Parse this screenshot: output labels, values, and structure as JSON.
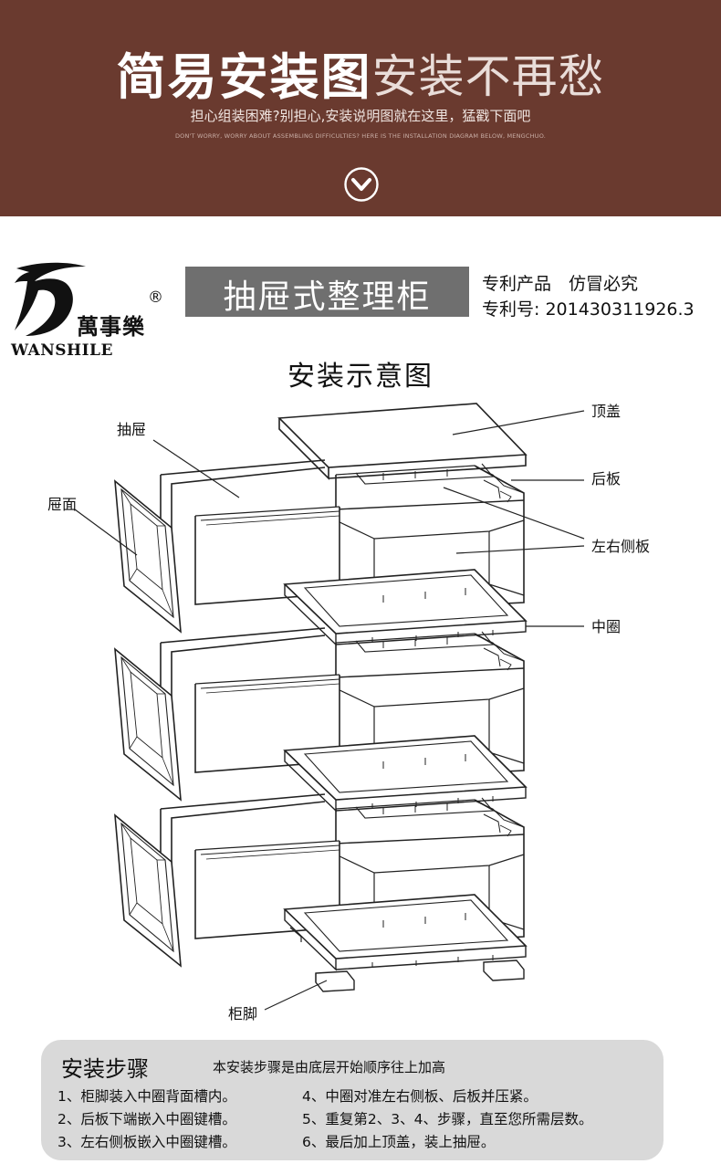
{
  "banner": {
    "title_bold": "简易安装图",
    "title_thin": "安装不再愁",
    "subtitle": "担心组装困难?别担心,安装说明图就在这里，猛戳下面吧",
    "subtitle_en": "DON'T WORRY, WORRY ABOUT ASSEMBLING DIFFICULTIES? HERE IS THE INSTALLATION DIAGRAM BELOW, MENGCHUO.",
    "accent_color": "#6a3a2f",
    "scroll_icon": "chevron-down-circle-icon"
  },
  "brand": {
    "name": "萬事樂",
    "latin": "WANSHILE",
    "registered": "®"
  },
  "product": {
    "title": "抽屉式整理柜",
    "patent_line1": "专利产品　仿冒必究",
    "patent_line2": "专利号: 201430311926.3"
  },
  "diagram": {
    "title": "安装示意图",
    "labels": {
      "drawer": "抽屉",
      "drawer_face": "屉面",
      "top_cover": "顶盖",
      "back_panel": "后板",
      "side_panels": "左右侧板",
      "middle_ring": "中圈",
      "cabinet_feet": "柜脚"
    }
  },
  "steps": {
    "title": "安装步骤",
    "note": "本安装步骤是由底层开始顺序往上加高",
    "items": [
      "1、柜脚装入中圈背面槽内。",
      "2、后板下端嵌入中圈键槽。",
      "3、左右侧板嵌入中圈键槽。",
      "4、中圈对准左右侧板、后板并压紧。",
      "5、重复第2、3、4、步骤，直至您所需层数。",
      "6、最后加上顶盖，装上抽屉。"
    ]
  }
}
